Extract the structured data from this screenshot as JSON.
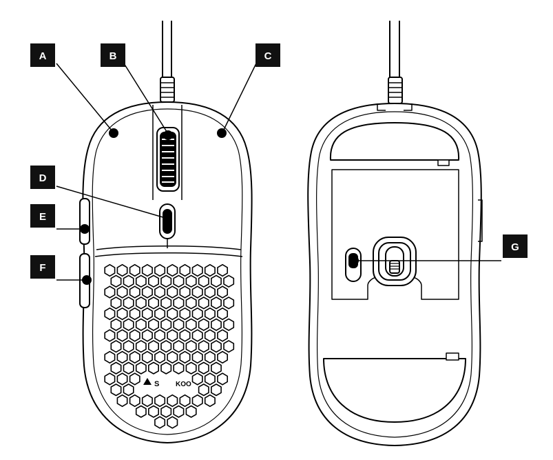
{
  "colors": {
    "line": "#000000",
    "paper": "#ffffff",
    "label_box": "#111111",
    "label_text": "#ffffff"
  },
  "top_view": {
    "logo_text_left": "S",
    "logo_text_right": "KOO"
  },
  "callouts": [
    {
      "id": "A",
      "letter": "A",
      "target": "left-button"
    },
    {
      "id": "B",
      "letter": "B",
      "target": "scroll-wheel"
    },
    {
      "id": "C",
      "letter": "C",
      "target": "right-button"
    },
    {
      "id": "D",
      "letter": "D",
      "target": "dpi-button"
    },
    {
      "id": "E",
      "letter": "E",
      "target": "side-button-forward"
    },
    {
      "id": "F",
      "letter": "F",
      "target": "side-button-back"
    },
    {
      "id": "G",
      "letter": "G",
      "target": "bottom-switch"
    }
  ]
}
